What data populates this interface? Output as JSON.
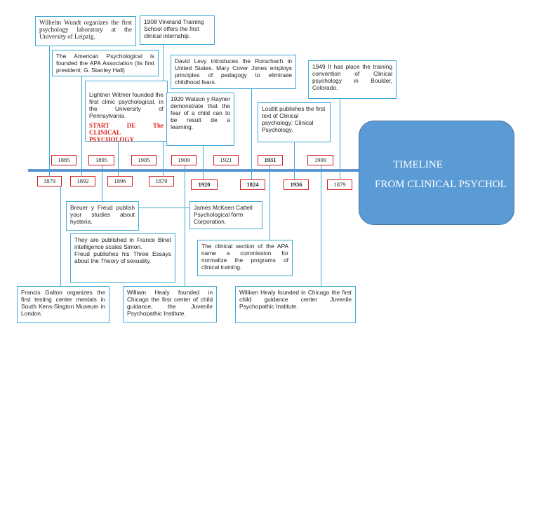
{
  "title": {
    "line1": "TIMELINE",
    "line2": "FROM CLINICAL PSYCHOL"
  },
  "colors": {
    "axis": "#5b93d3",
    "note_border": "#3fa9d6",
    "year_border": "#d22020",
    "title_fill": "#5b9bd5",
    "highlight_text": "#e02020"
  },
  "years_top": [
    "1885",
    "1895",
    "1905",
    "1909",
    "1921",
    "1931",
    "1909"
  ],
  "years_bottom": [
    "1879",
    "1892",
    "1896",
    "1879",
    "1920",
    "1824",
    "1936",
    "1879"
  ],
  "notes": {
    "wundt": "Wilhelm Wundt organizes the first psychology laboratory at the University of Leipzig.",
    "vineland": "1908 Vineland Training School offers the first clinical internship.",
    "apa": "The American Psychological is founded the APA Association (its first president; G. Stanley Hall)",
    "witmer": "Lightner Witmer founded the first clinic psychological, in the University of Pennsylvania.",
    "witmer_highlight": "START DE The CLINICAL PSYCHOLOGY",
    "levy": "David Levy introduces the Rorschach in United States. Mary Cover Jones employs principles of pedagogy to eliminate childhood fears.",
    "watson": "1920 Watson y Rayner demonstrate that the fear of a child can to be result de a learning.",
    "louttit": "Louttit publishes the first text of Clinical psychology: Clinical Psychology.",
    "boulder": "1949 It has place the training convention of Clinical psychology in Boulder, Colorado.",
    "breuer": "Breuer y Freud publish your studies about hysteria.",
    "cattell": "James McKeen Cattell Psychological form Corporation.",
    "binet": "They are published in France Binet intelligence scales Simon.\nFreud publishes his Three Essays about the Theory of sexuality.",
    "apa_section": "The clinical section of the APA name a commission for normalize the programs of clinical training.",
    "galton": "Francis Galton organizes the first testing center mentals in South Kens-Sington Museum in London.",
    "healy1": "William Healy founded in Chicago the first center of child guidance, the Juvenile Psychopathic Institute.",
    "healy2": "William Healy founded in Chicago the first child guidance center Juvenile Psychopathic Institute."
  }
}
